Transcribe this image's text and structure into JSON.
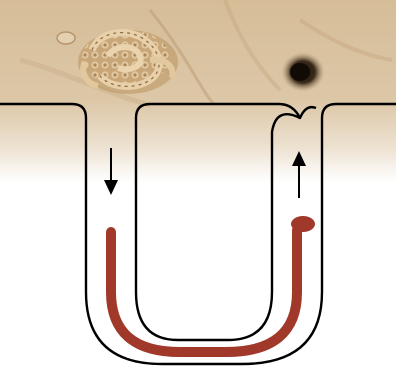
{
  "diagram": {
    "type": "burrow-cross-section",
    "labels": [],
    "flow_arrows": [
      {
        "side": "left",
        "direction": "down"
      },
      {
        "side": "right",
        "direction": "up"
      }
    ],
    "colors": {
      "sand_light": "#e8d8bf",
      "sand_mid": "#cdb08b",
      "sand_dark": "#a8875f",
      "burrow_outline": "#000000",
      "worm": "#a0392a",
      "background": "#ffffff"
    },
    "surface_features": [
      "cast-pile",
      "feeding-depression"
    ]
  }
}
